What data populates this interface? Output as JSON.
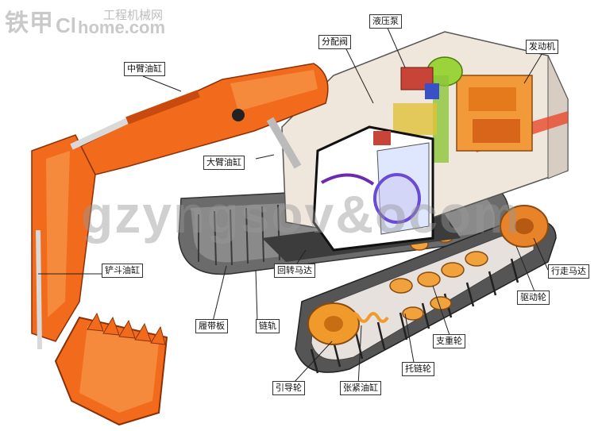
{
  "logo": {
    "cn": "铁甲",
    "en": "Cl",
    "sub": "工程机械网",
    "tail": "home.com"
  },
  "watermark": "gzyngsov&ocom",
  "labels": {
    "hydraulic_pump": "液压泵",
    "distribution_valve": "分配阀",
    "engine": "发动机",
    "arm_cylinder": "中臂油缸",
    "boom_cylinder": "大臂油缸",
    "bucket_cylinder": "铲斗油缸",
    "swing_motor": "回转马达",
    "travel_motor": "行走马达",
    "drive_wheel": "驱动轮",
    "track_shoe": "履带板",
    "track_chain": "链轨",
    "support_roller": "支重轮",
    "carrier_roller": "托链轮",
    "idler": "引导轮",
    "tension_cylinder": "张紧油缸"
  },
  "colors": {
    "boom_orange": "#f26a1b",
    "boom_dark": "#c94a0e",
    "track_gray": "#5a5a5a",
    "body_cream": "#efe6dc",
    "engine_orange": "#f29a3a",
    "pump_green": "#9ad33a",
    "roller_orange": "#f09a2c"
  }
}
